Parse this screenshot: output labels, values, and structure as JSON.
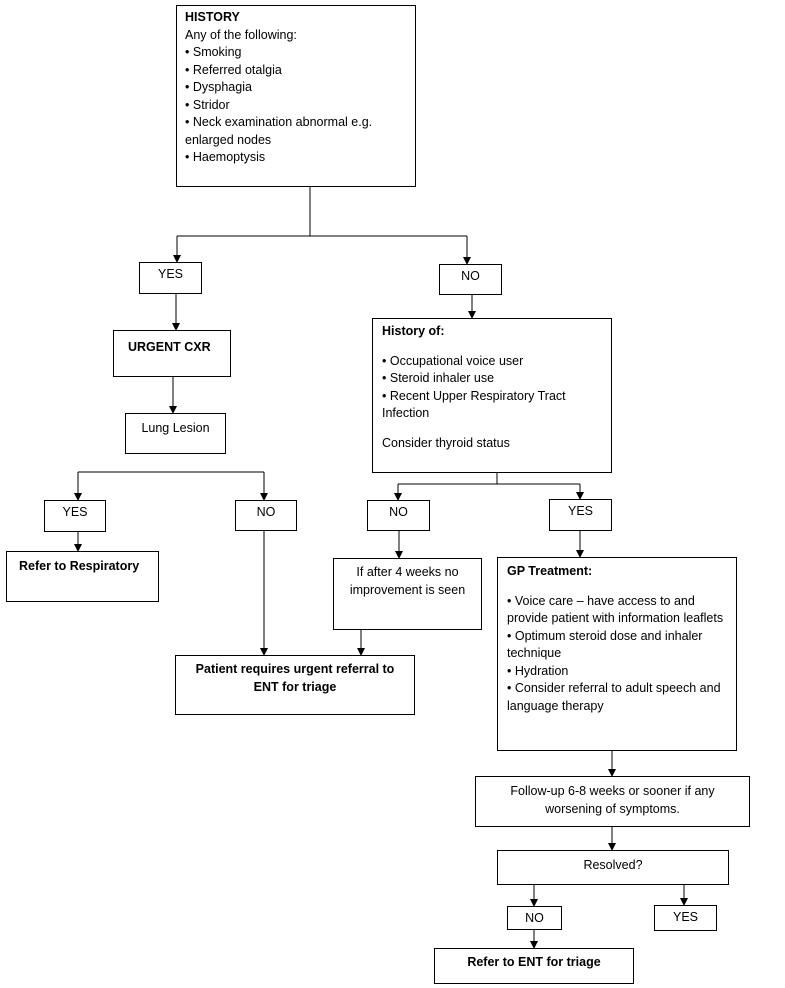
{
  "history": {
    "title": "HISTORY",
    "intro": "Any of the following:",
    "items": [
      "Smoking",
      "Referred otalgia",
      "Dysphagia",
      "Stridor",
      "Neck examination abnormal e.g. enlarged nodes",
      "Haemoptysis"
    ]
  },
  "answers": {
    "yes": "YES",
    "no": "NO"
  },
  "urgent_cxr": "URGENT CXR",
  "lung_lesion": "Lung Lesion",
  "refer_respiratory": "Refer to Respiratory",
  "urgent_referral": "Patient requires urgent referral to ENT for triage",
  "history_of": {
    "title": "History of:",
    "items": [
      "Occupational voice user",
      "Steroid inhaler use",
      "Recent Upper Respiratory Tract Infection"
    ],
    "note": "Consider thyroid status"
  },
  "four_weeks": "If after 4 weeks no improvement is seen",
  "gp_treatment": {
    "title": "GP Treatment:",
    "items": [
      "Voice care – have access to and provide patient with information leaflets",
      "Optimum steroid dose and inhaler technique",
      "Hydration",
      "Consider referral to adult speech and language therapy"
    ]
  },
  "follow_up": "Follow-up 6-8 weeks or sooner if any worsening of symptoms.",
  "resolved": "Resolved?",
  "refer_ent": "Refer to ENT for triage"
}
